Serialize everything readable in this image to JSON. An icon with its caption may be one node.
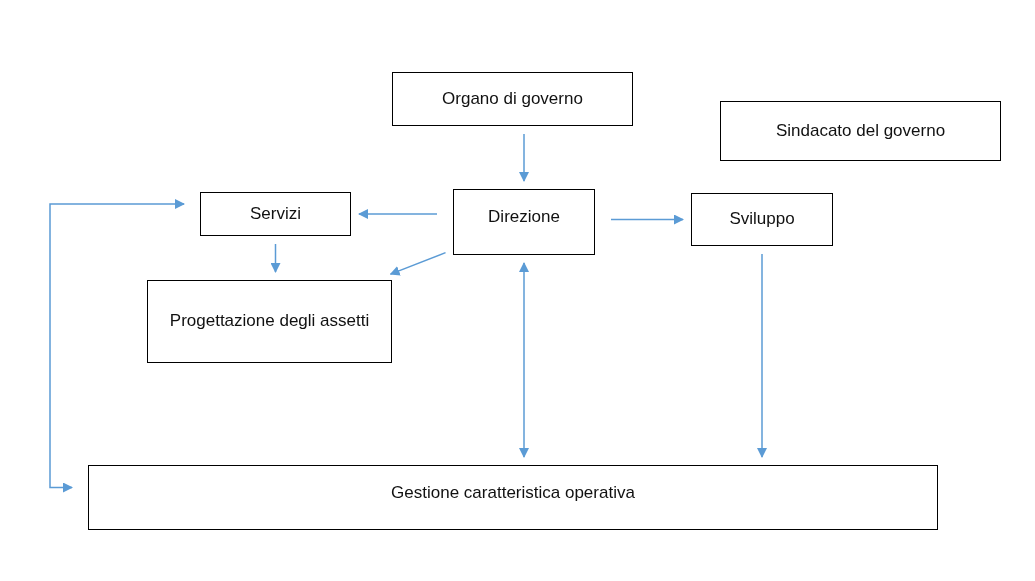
{
  "diagram": {
    "nodes": [
      {
        "text": [
          "Organo di governo"
        ]
      },
      {
        "text": [
          "Sindacato del governo"
        ]
      },
      {
        "text": [
          "Servizi"
        ]
      },
      {
        "text": [
          "Direzione"
        ]
      },
      {
        "text": [
          "Sviluppo"
        ]
      },
      {
        "text": [
          "Progettazione degli assetti"
        ]
      },
      {
        "text": [
          "Gestione caratteristica operativa"
        ]
      }
    ],
    "edges": [
      {
        "from": 0,
        "to": 3,
        "arrow": "to"
      },
      {
        "from": 3,
        "to": 2,
        "arrow": "to"
      },
      {
        "from": 3,
        "to": 4,
        "arrow": "to"
      },
      {
        "from": 3,
        "to": 5,
        "arrow": "to"
      },
      {
        "from": 2,
        "to": 5,
        "arrow": "to"
      },
      {
        "from": 3,
        "to": 6,
        "arrow": "both"
      },
      {
        "from": 4,
        "to": 6,
        "arrow": "to"
      },
      {
        "from": 2,
        "to": 6,
        "arrow": "both"
      }
    ]
  }
}
